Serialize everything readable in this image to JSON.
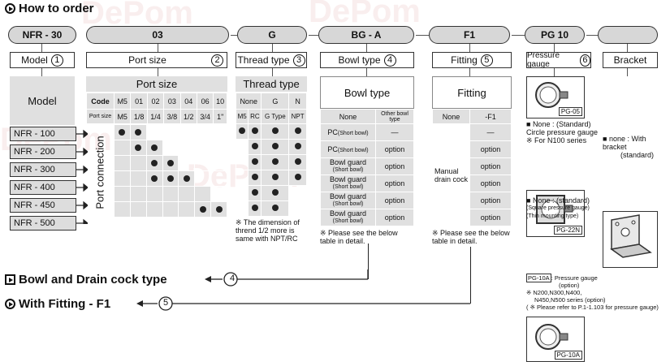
{
  "headings": {
    "how_to_order": "How to order",
    "bowl_drain": "Bowl and Drain cock type",
    "with_fitting": "With Fitting - F1"
  },
  "refs": {
    "bowl_drain": "4",
    "with_fitting": "5"
  },
  "code_pills": [
    "NFR - 30",
    "03",
    "G",
    "BG - A",
    "F1",
    "PG 10",
    ""
  ],
  "section_headers": [
    {
      "label": "Model",
      "num": "1"
    },
    {
      "label": "Port size",
      "num": "2"
    },
    {
      "label": "Thread type",
      "num": "3"
    },
    {
      "label": "Bowl type",
      "num": "4"
    },
    {
      "label": "Fitting",
      "num": "5"
    },
    {
      "label": "Pressure gauge",
      "num": "6"
    },
    {
      "label": "Bracket",
      "num": ""
    }
  ],
  "model": {
    "title": "Model",
    "items": [
      "NFR - 100",
      "NFR - 200",
      "NFR - 300",
      "NFR - 400",
      "NFR - 450",
      "NFR - 500"
    ]
  },
  "port": {
    "title": "Port size",
    "code_label": "Code",
    "port_label": "Port size",
    "codes": [
      "M5",
      "01",
      "02",
      "03",
      "04",
      "06",
      "10"
    ],
    "sizes": [
      "M5",
      "1/8",
      "1/4",
      "3/8",
      "1/2",
      "3/4",
      "1\""
    ],
    "vertical_label": "Port connection"
  },
  "thread": {
    "title": "Thread type",
    "codes": [
      "None",
      "G",
      "N"
    ],
    "types": [
      "M5",
      "RC",
      "G Type",
      "NPT"
    ],
    "note": "※ The dimension of thrend 1/2 more is same with NPT/RC"
  },
  "bowl": {
    "title": "Bowl type",
    "col1": "None",
    "col2": "Other bowl type",
    "rows": [
      {
        "name": "PC",
        "sub": "(Short bowl)",
        "value": "—"
      },
      {
        "name": "PC",
        "sub": "(Short bowl)",
        "value": "option"
      },
      {
        "name": "Bowl guard",
        "sub": "(Short bowl)",
        "value": "option"
      },
      {
        "name": "Bowl guard",
        "sub": "(Short bowl)",
        "value": "option"
      },
      {
        "name": "Bowl guard",
        "sub": "(Short bowl)",
        "value": "option"
      },
      {
        "name": "Bowl guard",
        "sub": "(Short bowl)",
        "value": "option"
      }
    ],
    "note": "※ Please see the below table in detail."
  },
  "fitting": {
    "title": "Fitting",
    "col1": "None",
    "col2": "-F1",
    "left_label": "Manual drain cock",
    "values": [
      "—",
      "option",
      "option",
      "option",
      "option",
      "option"
    ],
    "note": "※ Please see the below table in detail."
  },
  "gauge": {
    "labels": [
      "PG-05",
      "PG-22N",
      "PG-10A"
    ],
    "note1a": "None : (Standard)",
    "note1b": "Circle pressure gauge",
    "note1c": "※ For N100 series",
    "note2a": "None : (standard)",
    "note2b": "(Square pressure gauge)",
    "note2c": "(Thin mounting type)",
    "note3a": "PG-10A",
    "note3b": ": Pressure gauge",
    "note3c": "(option)",
    "note3d": "※ N200,N300,N400,",
    "note3e": "N450,N500 series (option)",
    "note3f": "( ※ Please refer to P.1-1.103 for pressure gauge)"
  },
  "bracket": {
    "note1": "none : With bracket",
    "note2": "(standard)"
  }
}
